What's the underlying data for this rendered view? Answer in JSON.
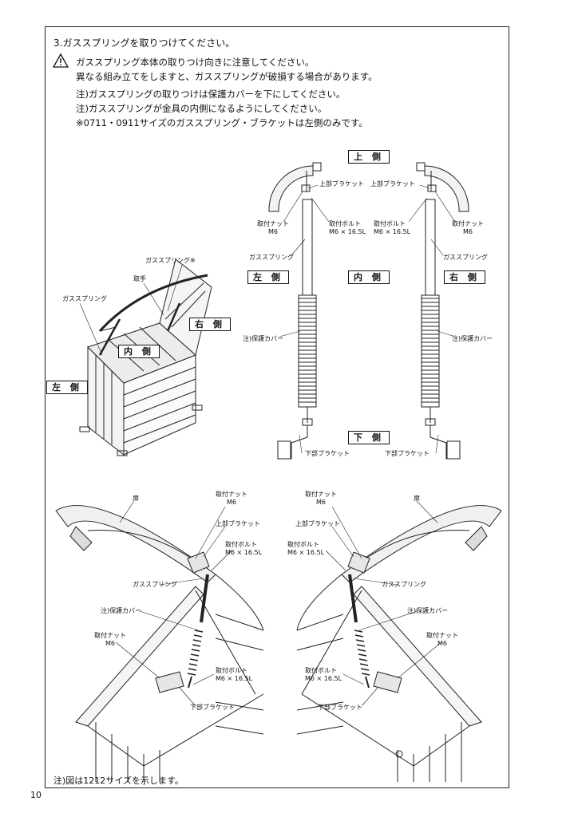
{
  "page": {
    "heading": "3.ガススプリングを取りつけてください。",
    "warning_lines": [
      "ガススプリング本体の取りつけ向きに注意してください。",
      "異なる組み立てをしますと、ガススプリングが破損する場合があります。"
    ],
    "notes": [
      "注)ガススプリングの取りつけは保護カバーを下にしてください。",
      "注)ガススプリングが金具の内側になるようにしてください。",
      "※0711・0911サイズのガススプリング・ブラケットは左側のみです。"
    ],
    "footnote": "注)図は1212サイズを示します。",
    "page_number": "10"
  },
  "icons": {
    "warning": "warning-triangle-icon"
  },
  "shed": {
    "labels": {
      "gas_spring_mark": "ガススプリング※",
      "handle": "取手",
      "gas_spring": "ガススプリング",
      "right": "右 側",
      "inside": "内 側",
      "left": "左 側"
    }
  },
  "spring_diagram": {
    "top": "上 側",
    "bottom": "下 側",
    "left": "左 側",
    "inside": "内 側",
    "right": "右 側",
    "upper_bracket": "上部ブラケット",
    "lower_bracket": "下部ブラケット",
    "nut": "取付ナット",
    "nut_size": "M6",
    "bolt": "取付ボルト",
    "bolt_size": "M6 × 16.5L",
    "gas_spring": "ガススプリング",
    "cover": "注)保護カバー"
  },
  "detail_left": {
    "door": "扉",
    "nut": "取付ナット",
    "nut_size": "M6",
    "upper_bracket": "上部ブラケット",
    "bolt": "取付ボルト",
    "bolt_size": "M6 × 16.5L",
    "gas_spring": "ガススプリング",
    "cover": "注)保護カバー",
    "nut2": "取付ナット",
    "nut2_size": "M6",
    "bolt2": "取付ボルト",
    "bolt2_size": "M6 × 16.5L",
    "lower_bracket": "下部ブラケット"
  },
  "detail_right": {
    "door": "扉",
    "nut": "取付ナット",
    "nut_size": "M6",
    "upper_bracket": "上部ブラケット",
    "bolt": "取付ボルト",
    "bolt_size": "M6 × 16.5L",
    "gas_spring": "ガススプリング",
    "cover": "注)保護カバー",
    "nut2": "取付ナット",
    "nut2_size": "M6",
    "bolt2": "取付ボルト",
    "bolt2_size": "M6 × 16.5L",
    "lower_bracket": "下部ブラケット"
  }
}
